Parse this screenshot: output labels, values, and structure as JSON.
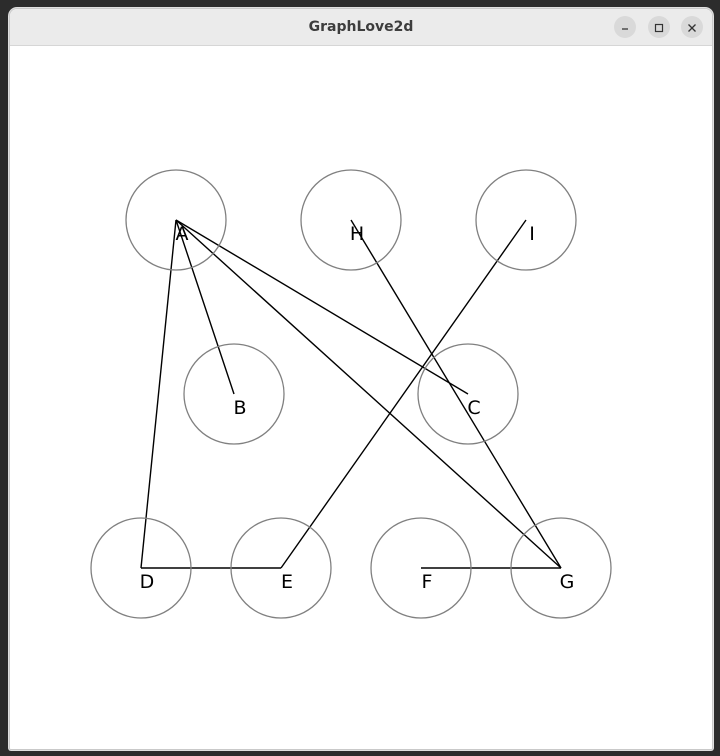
{
  "window": {
    "title": "GraphLove2d",
    "controls": [
      "minimize-icon",
      "maximize-icon",
      "close-icon"
    ]
  },
  "graph": {
    "nodes": [
      {
        "id": "A",
        "label": "A"
      },
      {
        "id": "H",
        "label": "H"
      },
      {
        "id": "I",
        "label": "I"
      },
      {
        "id": "B",
        "label": "B"
      },
      {
        "id": "C",
        "label": "C"
      },
      {
        "id": "D",
        "label": "D"
      },
      {
        "id": "E",
        "label": "E"
      },
      {
        "id": "F",
        "label": "F"
      },
      {
        "id": "G",
        "label": "G"
      }
    ],
    "edges": [
      [
        "A",
        "B"
      ],
      [
        "A",
        "C"
      ],
      [
        "A",
        "G"
      ],
      [
        "A",
        "D"
      ],
      [
        "D",
        "E"
      ],
      [
        "E",
        "I"
      ],
      [
        "H",
        "G"
      ],
      [
        "F",
        "G"
      ]
    ],
    "colors": {
      "node_stroke": "#808080",
      "edge": "#000000",
      "label": "#000000"
    }
  }
}
